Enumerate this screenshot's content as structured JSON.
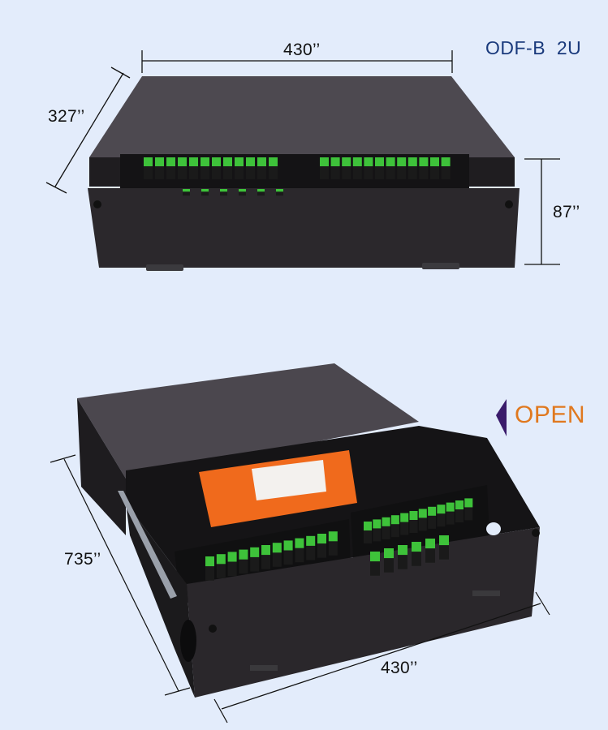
{
  "title": {
    "model": "ODF-B",
    "size": "2U",
    "color": "#1a3a7c"
  },
  "top_view": {
    "width_label": "430’’",
    "depth_label": "327’’",
    "height_label": "87’’",
    "left_adapter_count": 12,
    "right_adapter_count": 12,
    "lower_adapter_count": 6
  },
  "bottom_view": {
    "state_label": "OPEN",
    "state_color": "#e0781e",
    "arrow_color": "#3a1b6b",
    "depth_label": "735’’",
    "width_label": "430’’",
    "front_left_adapter_count": 12,
    "front_right_upper_adapter_count": 12,
    "front_right_lower_adapter_count": 6
  },
  "colors": {
    "background": "#e3ecfb",
    "chassis": "#2a272b",
    "chassis_top": "#4e4a52",
    "adapter_green": "#3ec23a",
    "splice_tray": "#f06a1c"
  }
}
